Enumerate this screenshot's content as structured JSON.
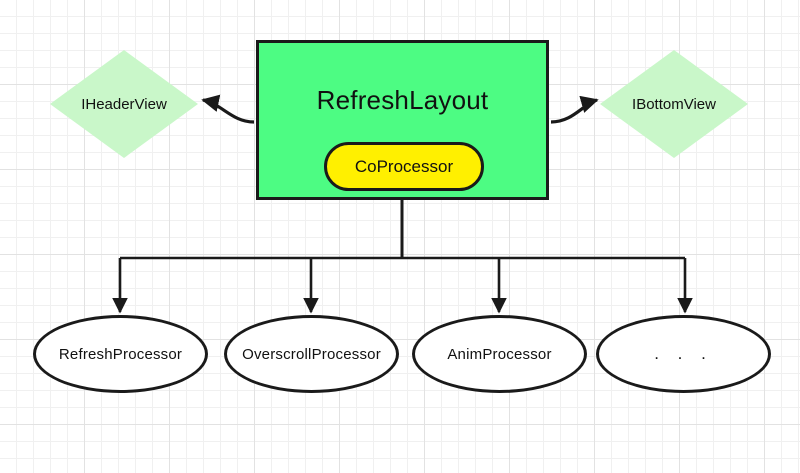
{
  "diagram": {
    "title_node": {
      "label": "RefreshLayout",
      "inner": {
        "label": "CoProcessor",
        "color": "#FFF000"
      },
      "color": "#4DFC83"
    },
    "interfaces": [
      {
        "name": "header-view",
        "label": "IHeaderView",
        "color": "#C9F7C9"
      },
      {
        "name": "bottom-view",
        "label": "IBottomView",
        "color": "#C9F7C9"
      }
    ],
    "processors": [
      {
        "name": "refresh-processor",
        "label": "RefreshProcessor"
      },
      {
        "name": "overscroll-processor",
        "label": "OverscrollProcessor"
      },
      {
        "name": "anim-processor",
        "label": "AnimProcessor"
      },
      {
        "name": "more-processors",
        "label": ". . ."
      }
    ],
    "edges": {
      "stroke": "#1a1a1a",
      "style": "orthogonal-tree-with-arrowheads"
    },
    "background": {
      "grid": true,
      "minor_color": "#f0f0f0",
      "major_color": "#e2e2e2"
    }
  }
}
